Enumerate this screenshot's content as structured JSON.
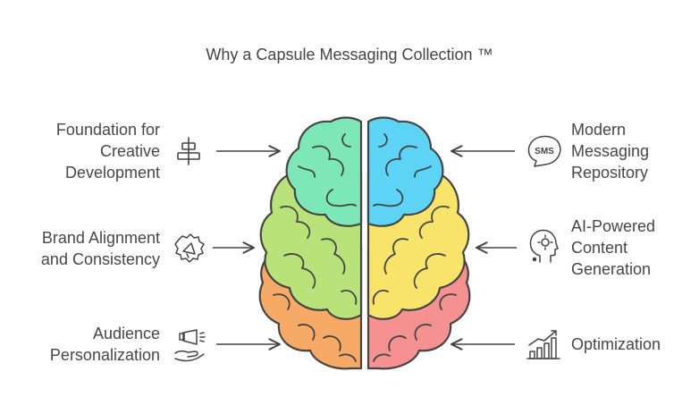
{
  "title": "Why a Capsule Messaging Collection ™",
  "left_items": [
    {
      "lines": [
        "Foundation for",
        "Creative",
        "Development"
      ],
      "icon": "alignment-icon"
    },
    {
      "lines": [
        "Brand Alignment",
        "and Consistency"
      ],
      "icon": "megaphone-gear-icon"
    },
    {
      "lines": [
        "Audience",
        "Personalization"
      ],
      "icon": "megaphone-hand-icon"
    }
  ],
  "right_items": [
    {
      "lines": [
        "Modern",
        "Messaging",
        "Repository"
      ],
      "icon": "sms-bubble-icon"
    },
    {
      "lines": [
        "AI-Powered",
        "Content",
        "Generation"
      ],
      "icon": "ai-head-gear-icon"
    },
    {
      "lines": [
        "Optimization"
      ],
      "icon": "growth-chart-icon"
    }
  ],
  "icon_text": {
    "sms": "SMS"
  },
  "colors": {
    "left_top": "#7EE7B7",
    "left_mid": "#B9E27A",
    "left_bottom": "#F6AA66",
    "right_top": "#5DD3F5",
    "right_mid": "#F8E46A",
    "right_bottom": "#F59190",
    "stroke": "#444444"
  }
}
